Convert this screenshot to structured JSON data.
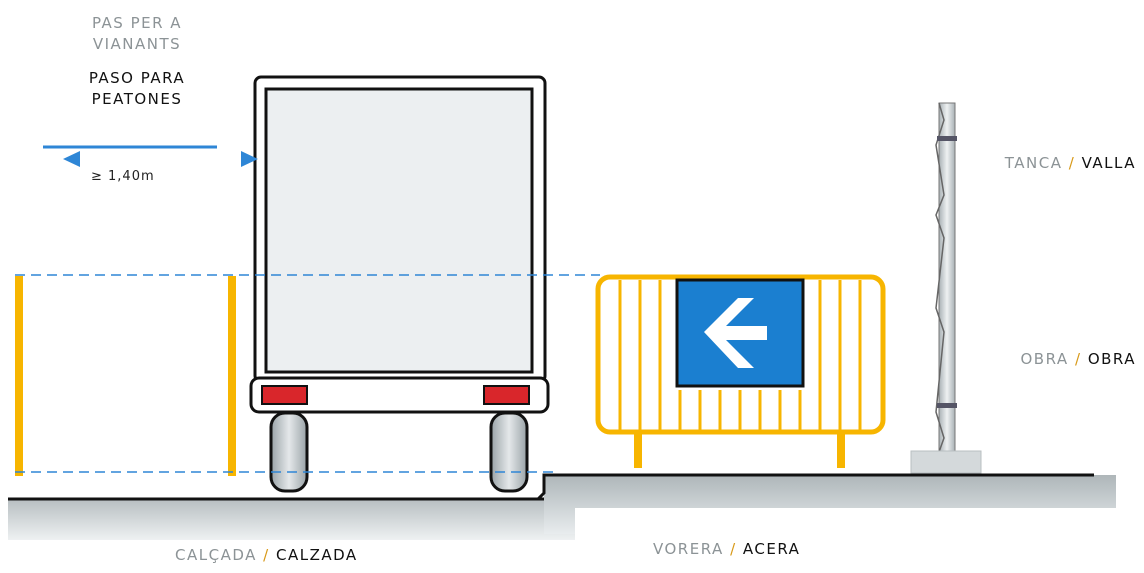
{
  "header": {
    "catalan_label": "PAS PER A VIANANTS",
    "spanish_label": "PASO PARA PEATONES"
  },
  "dimension": {
    "label": "≥ 1,40m"
  },
  "labels": {
    "fence": {
      "catalan": "TANCA",
      "separator": "/",
      "spanish": "VALLA"
    },
    "works": {
      "catalan": "OBRA",
      "separator": "/",
      "spanish": "OBRA"
    },
    "roadway": {
      "catalan": "CALÇADA",
      "separator": "/",
      "spanish": "CALZADA"
    },
    "sidewalk": {
      "catalan": "VORERA",
      "separator": "/",
      "spanish": "ACERA"
    }
  },
  "colors": {
    "accent_blue": "#2e86d6",
    "barrier_yellow": "#f7b500",
    "sign_blue": "#1b7fd0",
    "ground_gray": "#c4c9cc",
    "lamp_red": "#d9262b"
  },
  "icons": {
    "sign": "left-arrow-icon"
  }
}
